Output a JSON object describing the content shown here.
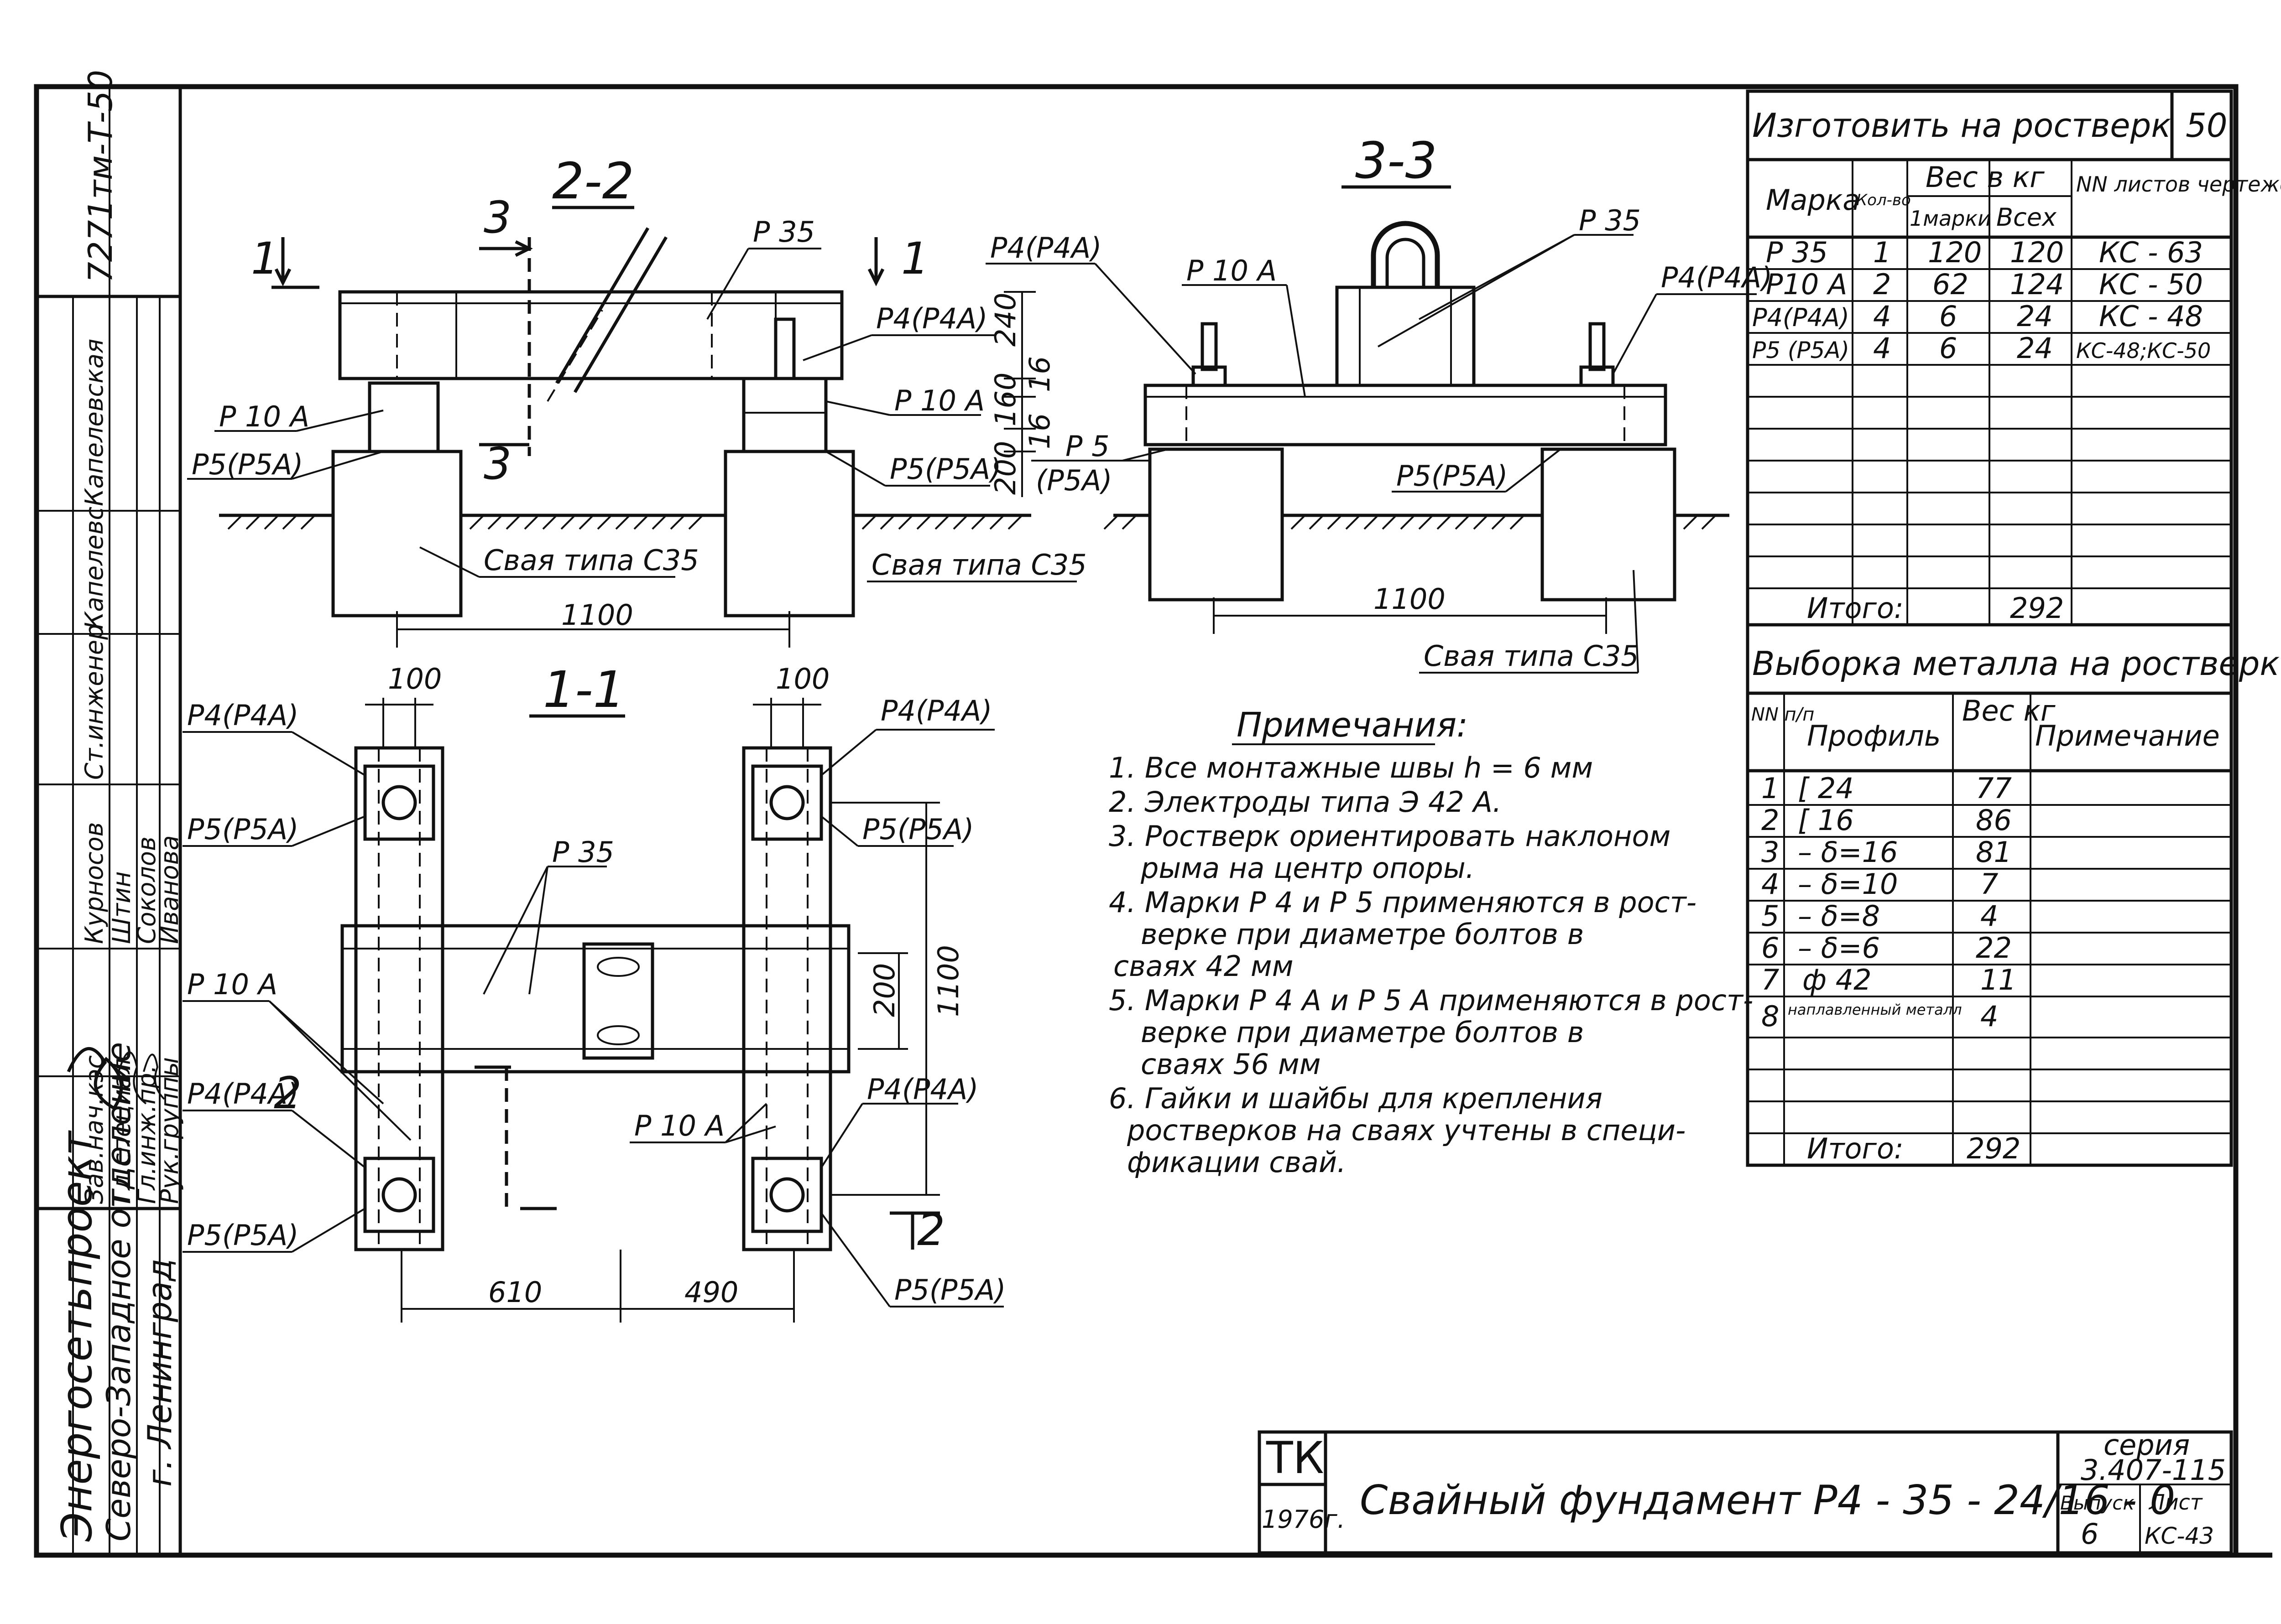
{
  "title_block": {
    "organization": "Энергосетьпроект",
    "department": "Северо-Западное отделение",
    "city": "г. Ленинград",
    "doc_code": "7271тм-Т-50",
    "positions": [
      "Зав.нач.кэс",
      "Гл.специал.",
      "Гл.инж.пр.",
      "Рук.группы",
      "Ст.инженер"
    ],
    "names": [
      "Курносов",
      "Штин",
      "Соколов",
      "Иванова",
      "Капелевская"
    ],
    "signature_text": "Капелевс",
    "tk": "ТК",
    "year": "1976г.",
    "drawing_title": "Свайный фундамент Р4 - 35 - 24/16 - 0",
    "seria_label": "серия",
    "seria_value": "3.407-115",
    "vypusk_label": "Выпуск",
    "vypusk_value": "6",
    "list_label": "Лист",
    "list_value": "КС-43"
  },
  "table1": {
    "title": "Изготовить на ростверк",
    "count": "50",
    "headers": {
      "mark": "Марка",
      "qty": "Кол-во",
      "weight": "Вес в кг",
      "w_one": "1марки",
      "w_all": "Всех",
      "sheets": "NN листов чертежей"
    },
    "rows": [
      {
        "mark": "Р 35",
        "qty": "1",
        "w_one": "120",
        "w_all": "120",
        "sheets": "КС - 63"
      },
      {
        "mark": "Р10 А",
        "qty": "2",
        "w_one": "62",
        "w_all": "124",
        "sheets": "КС - 50"
      },
      {
        "mark": "Р4(Р4А)",
        "qty": "4",
        "w_one": "6",
        "w_all": "24",
        "sheets": "КС - 48"
      },
      {
        "mark": "Р5 (Р5А)",
        "qty": "4",
        "w_one": "6",
        "w_all": "24",
        "sheets": "КС-48;КС-50"
      }
    ],
    "total_label": "Итого:",
    "total_value": "292"
  },
  "table2": {
    "title": "Выборка металла на ростверк",
    "headers": {
      "nn": "NN п/п",
      "profile": "Профиль",
      "weight": "Вес кг",
      "note": "Примечание"
    },
    "rows": [
      {
        "nn": "1",
        "profile": "[ 24",
        "weight": "77"
      },
      {
        "nn": "2",
        "profile": "[ 16",
        "weight": "86"
      },
      {
        "nn": "3",
        "profile": "– δ=16",
        "weight": "81"
      },
      {
        "nn": "4",
        "profile": "– δ=10",
        "weight": "7"
      },
      {
        "nn": "5",
        "profile": "– δ=8",
        "weight": "4"
      },
      {
        "nn": "6",
        "profile": "– δ=6",
        "weight": "22"
      },
      {
        "nn": "7",
        "profile": "ф 42",
        "weight": "11"
      },
      {
        "nn": "8",
        "profile": "наплавленный металл",
        "weight": "4"
      }
    ],
    "total_label": "Итого:",
    "total_value": "292"
  },
  "notes": {
    "title": "Примечания:",
    "lines": [
      "1. Все монтажные швы h = 6 мм",
      "2. Электроды типа Э 42 А.",
      "3. Ростверк ориентировать наклоном",
      "рыма на центр опоры.",
      "4. Марки Р 4 и Р 5 применяются в рост-",
      "верке при диаметре болтов в",
      "сваях 42 мм",
      "5. Марки Р 4 А и Р 5 А применяются в рост-",
      "верке при диаметре болтов в",
      "сваях 56 мм",
      "6. Гайки и шайбы для крепления",
      "ростверков на сваях учтены в специ-",
      "фикации свай."
    ]
  },
  "views": {
    "section_22": "2-2",
    "section_33": "3-3",
    "section_11": "1-1",
    "cut_1": "1",
    "cut_2": "2",
    "cut_3": "3"
  },
  "labels": {
    "p35": "Р 35",
    "p10a": "Р 10 А",
    "p4": "Р4(Р4А)",
    "p5": "Р5(Р5А)",
    "p5_split_a": "Р 5",
    "p5_split_b": "(Р5А)",
    "pile": "Свая типа С35"
  },
  "dims": {
    "d1100": "1100",
    "d240": "240",
    "d16": "16",
    "d160": "160",
    "d200": "200",
    "d100": "100",
    "d610": "610",
    "d490": "490"
  }
}
